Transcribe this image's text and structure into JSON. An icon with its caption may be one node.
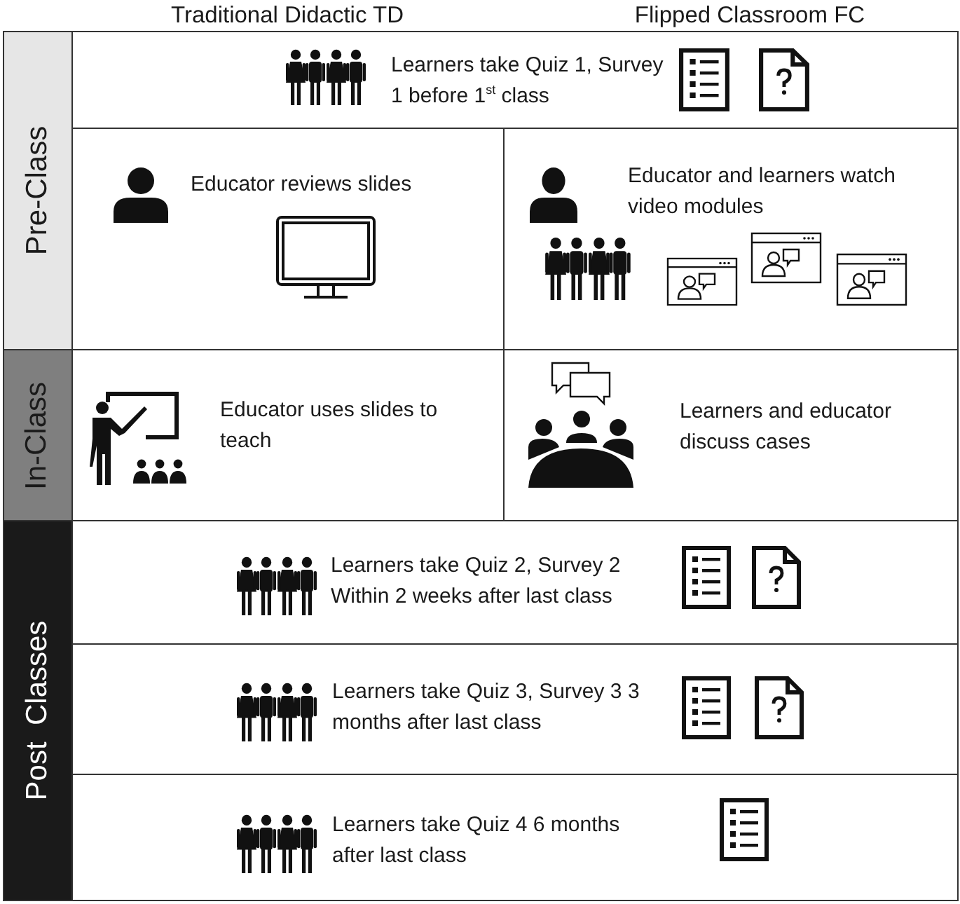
{
  "diagram": {
    "nodes": [
      {
        "text": [
          "Pre-Class"
        ]
      },
      {
        "text": [
          "Learners take Quiz 1, Survey 1 before 1$^{st}$ class"
        ]
      },
      {
        "text": [
          "Educator reviews slides"
        ]
      },
      {
        "text": [
          "Educator and learners watch video modules"
        ]
      },
      {
        "text": [
          "In-Class"
        ]
      },
      {
        "text": [
          "Educator uses slides to teach"
        ]
      },
      {
        "text": [
          "Learners and educator discuss cases"
        ]
      },
      {
        "text": [
          "Post  Classes"
        ]
      },
      {
        "text": [
          "Learners take Quiz 2, Survey 2 Within 2 weeks after last class"
        ]
      },
      {
        "text": [
          "Learners take Quiz 3, Survey 3 3 months after last class"
        ]
      },
      {
        "text": [
          "Learners take Quiz 4 6 months after last class"
        ]
      }
    ],
    "labels": [
      "Traditional Didactic TD",
      "Flipped Classroom FC"
    ]
  }
}
